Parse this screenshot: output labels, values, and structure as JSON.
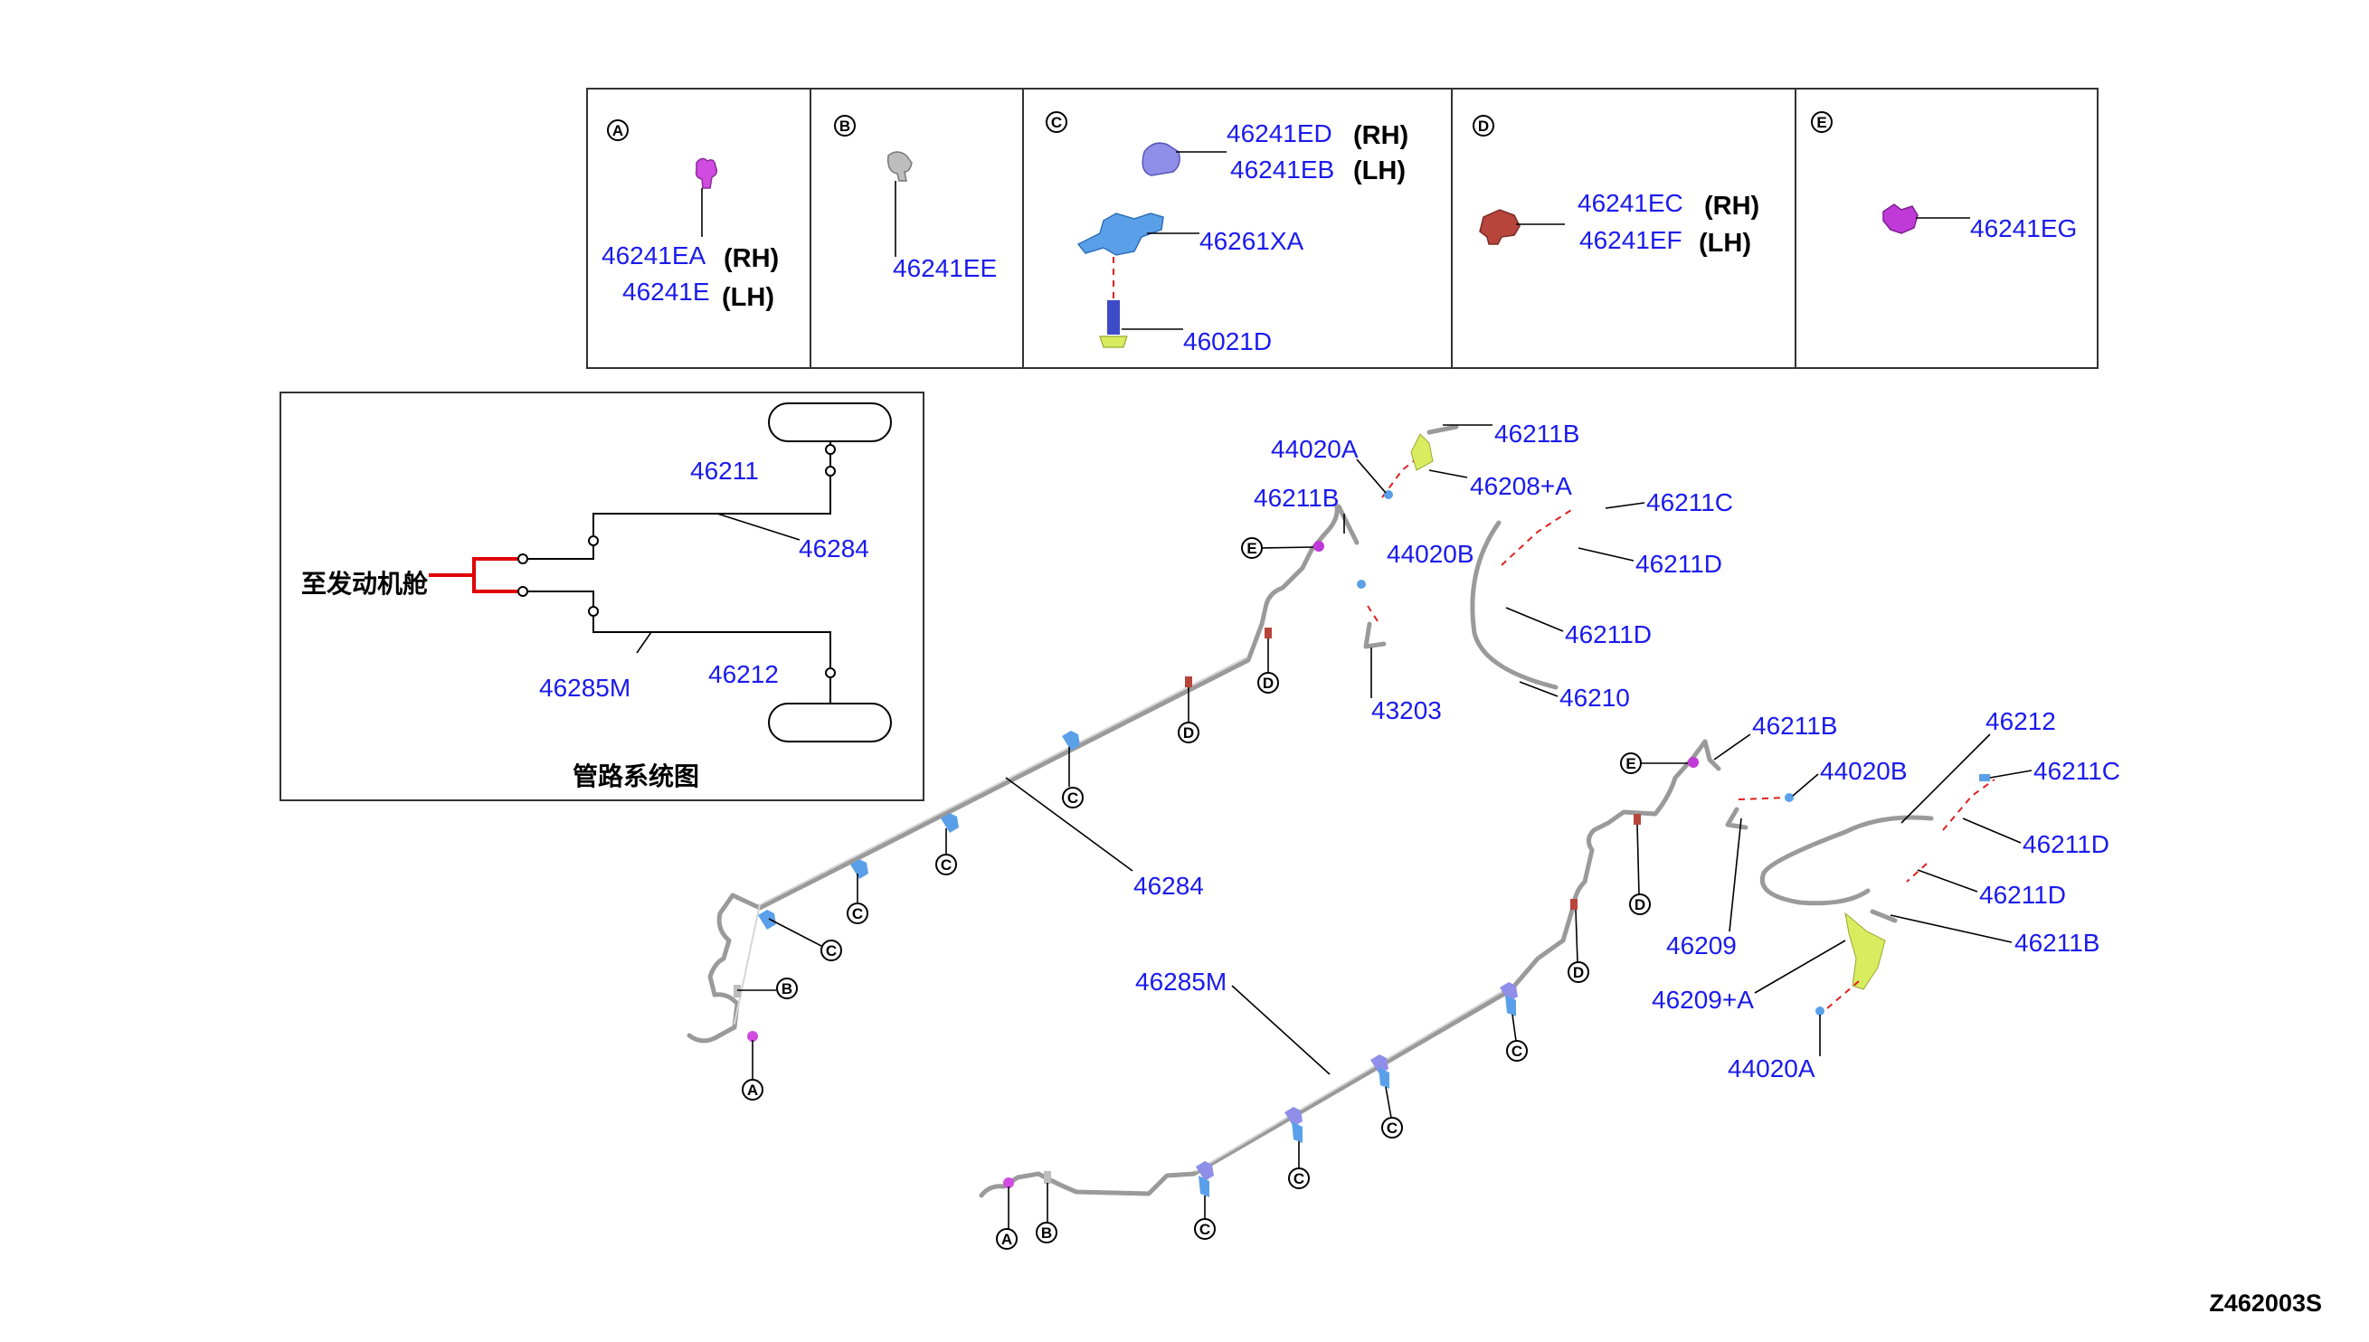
{
  "colors": {
    "part_number": "#1a1aee",
    "clip_a": "#d04ce0",
    "clip_b": "#bdbdbd",
    "clip_c": "#5aa0e8",
    "clip_d": "#b8453c",
    "clip_e": "#c03ad8",
    "bolt_green": "#d8ec60",
    "schematic_red": "#e00000"
  },
  "detail_panel": {
    "a": {
      "letter": "A",
      "pn1": "46241EA",
      "side1": "(RH)",
      "pn2": "46241E",
      "side2": "(LH)"
    },
    "b": {
      "letter": "B",
      "pn1": "46241EE"
    },
    "c": {
      "letter": "C",
      "pn1": "46241ED",
      "side1": "(RH)",
      "pn2": "46241EB",
      "side2": "(LH)",
      "pn3": "46261XA",
      "pn4": "46021D"
    },
    "d": {
      "letter": "D",
      "pn1": "46241EC",
      "side1": "(RH)",
      "pn2": "46241EF",
      "side2": "(LH)"
    },
    "e": {
      "letter": "E",
      "pn1": "46241EG"
    }
  },
  "schematic": {
    "engine_label": "至发动机舱",
    "pn_46211": "46211",
    "pn_46284": "46284",
    "pn_46285m": "46285M",
    "pn_46212": "46212",
    "caption": "管路系统图"
  },
  "front_assembly": {
    "pn_46211b_a": "46211B",
    "pn_44020a": "44020A",
    "pn_46208a": "46208+A",
    "pn_46211b_b": "46211B",
    "pn_46211c": "46211C",
    "pn_44020b": "44020B",
    "pn_46211d_a": "46211D",
    "pn_46211d_b": "46211D",
    "pn_43203": "43203",
    "pn_46210": "46210",
    "pn_46284": "46284"
  },
  "rear_assembly": {
    "pn_46211b_a": "46211B",
    "pn_46212": "46212",
    "pn_44020b": "44020B",
    "pn_46211c": "46211C",
    "pn_46211d_a": "46211D",
    "pn_46211d_b": "46211D",
    "pn_46211b_b": "46211B",
    "pn_46209": "46209",
    "pn_46209a": "46209+A",
    "pn_44020a": "44020A",
    "pn_46285m": "46285M"
  },
  "clip_letters": {
    "a": "A",
    "b": "B",
    "c": "C",
    "d": "D",
    "e": "E"
  },
  "diagram_code": "Z462003S"
}
